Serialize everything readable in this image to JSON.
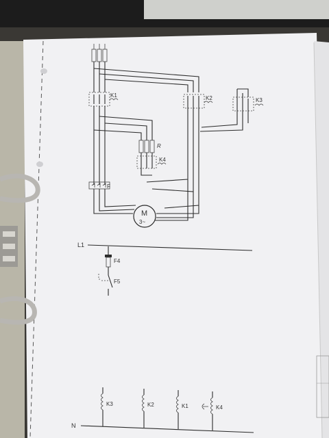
{
  "colors": {
    "paper": "#f1f1f3",
    "paper_shadow": "#c9c8c6",
    "ink": "#2b2b2b",
    "desk": "#3a3834",
    "binder_ring": "#b8b6b2",
    "monitor": "#1c1c1c"
  },
  "power_circuit": {
    "contactor_k1": "K1",
    "contactor_k2": "K2",
    "contactor_k3": "K3",
    "contactor_k4": "K4",
    "resistor": "R",
    "overload_relay": "F",
    "motor_symbol": "M",
    "motor_phases": "3~"
  },
  "control_circuit": {
    "line_label": "L1",
    "neutral_label": "N",
    "fuse_label": "F4",
    "switch_label": "F5",
    "coils": [
      "K3",
      "K2",
      "K1",
      "K4"
    ]
  },
  "icons": [
    "binder-ring-icon",
    "motor-icon",
    "coil-icon",
    "fuse-icon",
    "switch-icon"
  ]
}
